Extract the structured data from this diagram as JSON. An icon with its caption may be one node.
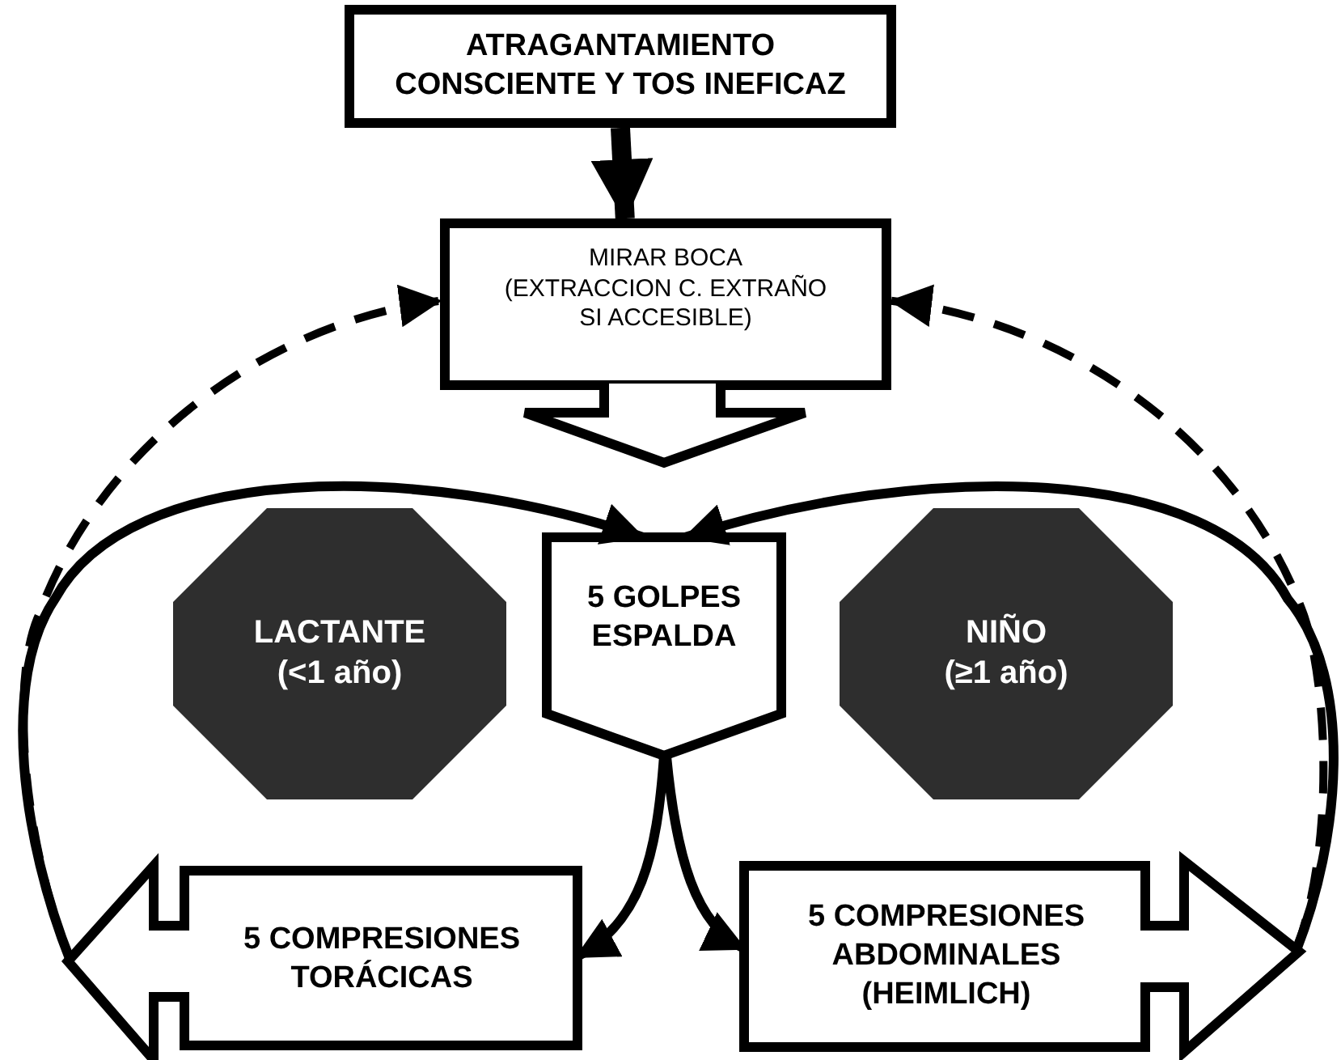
{
  "diagram": {
    "nodes": [
      {
        "text": [
          "ATRAGANTAMIENTO CONSCIENTE Y TOS INEFICAZ"
        ]
      },
      {
        "text": [
          "MIRAR BOCA",
          "(EXTRACCION C. EXTRAÑO SI ACCESIBLE)"
        ]
      },
      {
        "text": [
          "LACTANTE",
          "(<1 año)"
        ]
      },
      {
        "text": [
          "5 GOLPES ESPALDA"
        ]
      },
      {
        "text": [
          "NIÑO",
          "(≥1 año)"
        ]
      },
      {
        "text": [
          "5 COMPRESIONES TORÁCICAS"
        ]
      },
      {
        "text": [
          "5 COMPRESIONES ABDOMINALES (HEIMLICH)"
        ]
      }
    ],
    "edges": [
      {
        "from": 0,
        "to": 1,
        "arrow": "to",
        "style": "thick"
      },
      {
        "from": 1,
        "to": 3,
        "arrow": "to"
      },
      {
        "from": 3,
        "to": 5,
        "arrow": "to"
      },
      {
        "from": 3,
        "to": 6,
        "arrow": "to"
      },
      {
        "from": 5,
        "to": 3,
        "arrow": "to"
      },
      {
        "from": 6,
        "to": 3,
        "arrow": "to"
      },
      {
        "from": 5,
        "to": 1,
        "arrow": "to",
        "style": "dashed"
      },
      {
        "from": 6,
        "to": 1,
        "arrow": "to",
        "style": "dashed"
      }
    ]
  }
}
